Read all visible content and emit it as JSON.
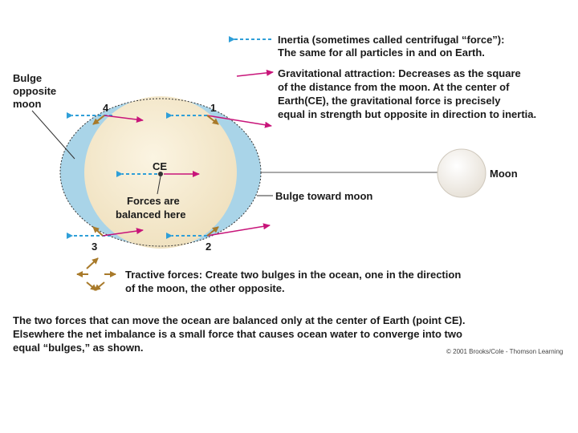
{
  "legend": {
    "inertia_line1": "Inertia (sometimes called centrifugal “force”):",
    "inertia_line2": "The same for all particles in and on Earth.",
    "gravity_line1": "Gravitational attraction: Decreases as the square",
    "gravity_line2": "of the distance from the moon. At the center of",
    "gravity_line3": "Earth(CE), the gravitational force is precisely",
    "gravity_line4": "equal in strength but opposite in direction to inertia."
  },
  "labels": {
    "bulge_opposite_1": "Bulge",
    "bulge_opposite_2": "opposite",
    "bulge_opposite_3": "moon",
    "point_1": "1",
    "point_2": "2",
    "point_3": "3",
    "point_4": "4",
    "ce": "CE",
    "balanced_1": "Forces are",
    "balanced_2": "balanced here",
    "bulge_toward_moon": "Bulge toward moon",
    "moon": "Moon"
  },
  "tractive": {
    "line1": "Tractive forces: Create two bulges in the ocean, one in the direction",
    "line2": "of the moon, the other opposite."
  },
  "caption": {
    "line1": "The two forces that can move the ocean are balanced only at the center of Earth (point CE).",
    "line2": "Elsewhere the net imbalance is a small force that causes ocean water to converge into two",
    "line3": "equal “bulges,” as shown."
  },
  "copyright": "© 2001 Brooks/Cole - Thomson Learning",
  "colors": {
    "earth_fill": "#f6ecd4",
    "ocean_bulge": "#a9d4e8",
    "inertia_arrow": "#2f9fd8",
    "gravity_arrow": "#c8157a",
    "tractive_arrow": "#a87a2a",
    "moon_fill": "#f4f2ee"
  },
  "icons": {
    "inertia": "dashed-blue-arrow-icon",
    "gravity": "magenta-arrow-icon",
    "tractive": "brown-arrow-icon"
  }
}
